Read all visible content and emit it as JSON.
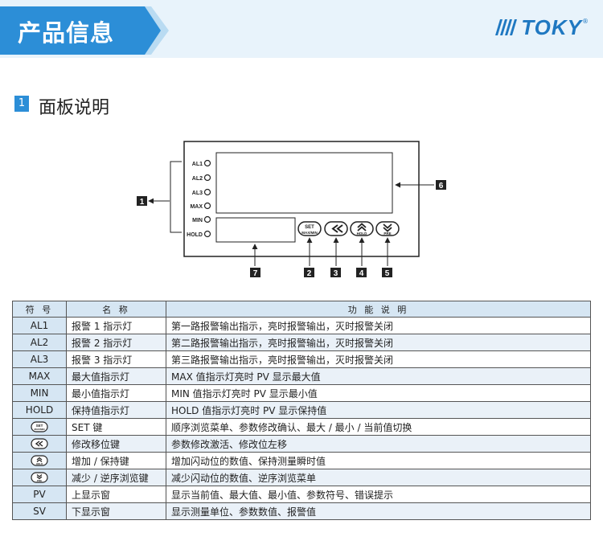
{
  "header": {
    "title": "产品信息",
    "brand": "TOKY",
    "brand_mark": "®"
  },
  "section": {
    "number": "1",
    "title": "面板说明"
  },
  "panel": {
    "leds": [
      "AL1",
      "AL2",
      "AL3",
      "MAX",
      "MIN",
      "HOLD"
    ],
    "set_button": {
      "top": "SET",
      "bottom": "MAX/MIN"
    },
    "hold_label": "HOLD",
    "pre_label": "PRE",
    "callouts": [
      "1",
      "2",
      "3",
      "4",
      "5",
      "6",
      "7"
    ]
  },
  "table": {
    "headers": [
      "符 号",
      "名 称",
      "功 能 说 明"
    ],
    "rows": [
      {
        "symbol": "AL1",
        "name": "报警 1 指示灯",
        "desc": "第一路报警输出指示，亮时报警输出，灭时报警关闭"
      },
      {
        "symbol": "AL2",
        "name": "报警 2 指示灯",
        "desc": "第二路报警输出指示，亮时报警输出，灭时报警关闭"
      },
      {
        "symbol": "AL3",
        "name": "报警 3 指示灯",
        "desc": "第三路报警输出指示，亮时报警输出，灭时报警关闭"
      },
      {
        "symbol": "MAX",
        "name": "最大值指示灯",
        "desc": "MAX 值指示灯亮时 PV 显示最大值"
      },
      {
        "symbol": "MIN",
        "name": "最小值指示灯",
        "desc": "MIN 值指示灯亮时 PV 显示最小值"
      },
      {
        "symbol": "HOLD",
        "name": "保持值指示灯",
        "desc": "HOLD 值指示灯亮时 PV 显示保持值"
      },
      {
        "symbol_icon": "set-button-icon",
        "name": "SET 键",
        "desc": "顺序浏览菜单、参数修改确认、最大 / 最小 / 当前值切换"
      },
      {
        "symbol_icon": "shift-left-button-icon",
        "name": "修改移位键",
        "desc": "参数修改激活、修改位左移"
      },
      {
        "symbol_icon": "up-hold-button-icon",
        "name": "增加 / 保持键",
        "desc": "增加闪动位的数值、保持测量瞬时值"
      },
      {
        "symbol_icon": "down-pre-button-icon",
        "name": "减少 / 逆序浏览键",
        "desc": "减少闪动位的数值、逆序浏览菜单"
      },
      {
        "symbol": "PV",
        "name": "上显示窗",
        "desc": "显示当前值、最大值、最小值、参数符号、错误提示"
      },
      {
        "symbol": "SV",
        "name": "下显示窗",
        "desc": "显示测量单位、参数数值、报警值"
      }
    ]
  },
  "colors": {
    "primary": "#2c8ed7",
    "header_bg": "#e8f3fb",
    "table_header": "#d6e6f3",
    "table_alt": "#eaf1f8"
  }
}
